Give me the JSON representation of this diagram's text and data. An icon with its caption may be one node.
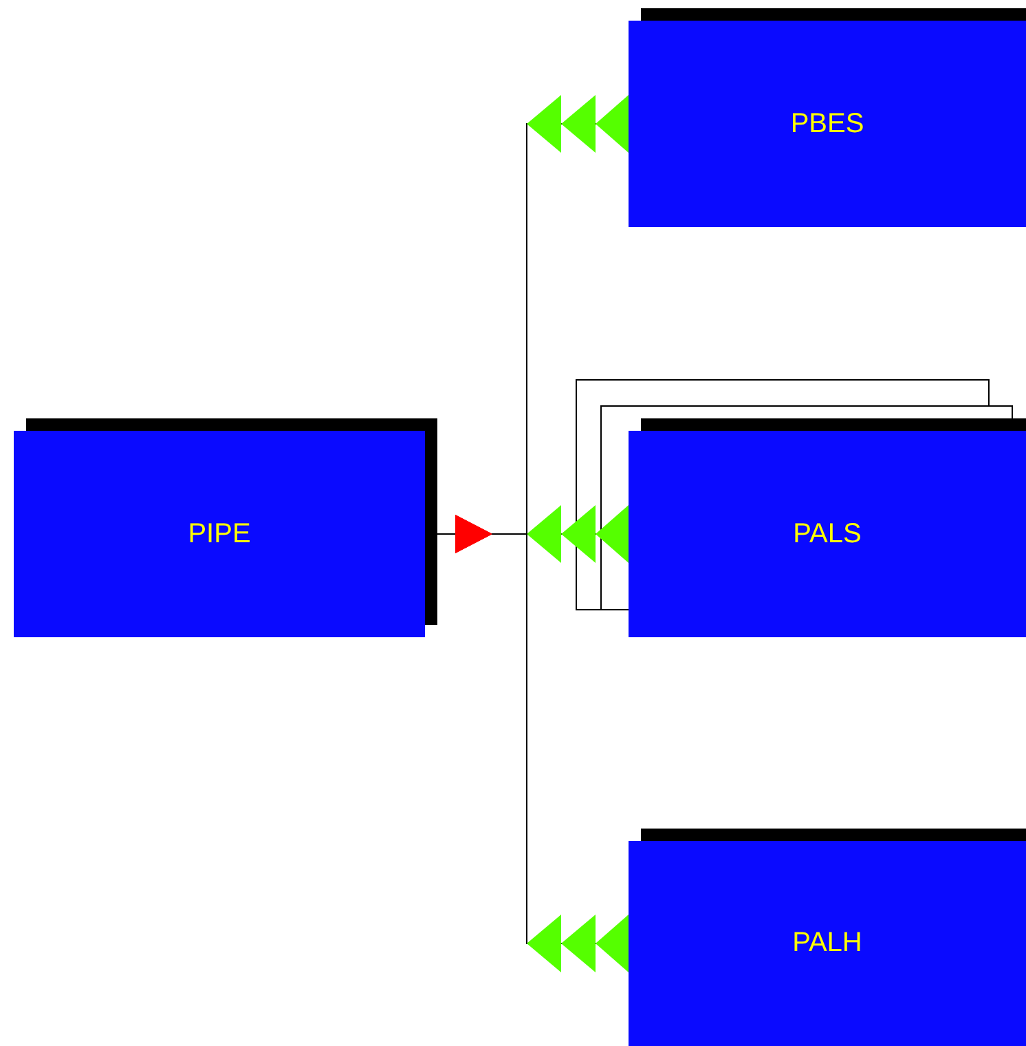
{
  "diagram": {
    "nodes": [
      {
        "text": [
          "PIPE"
        ]
      },
      {
        "text": [
          "PBES"
        ]
      },
      {
        "text": [
          "PALS"
        ]
      },
      {
        "text": [
          "PALH"
        ]
      }
    ],
    "edges": [
      {
        "from": 0,
        "to": 1,
        "arrow": "other"
      },
      {
        "from": 0,
        "to": 2,
        "arrow": "other"
      },
      {
        "from": 0,
        "to": 3,
        "arrow": "other"
      }
    ]
  }
}
